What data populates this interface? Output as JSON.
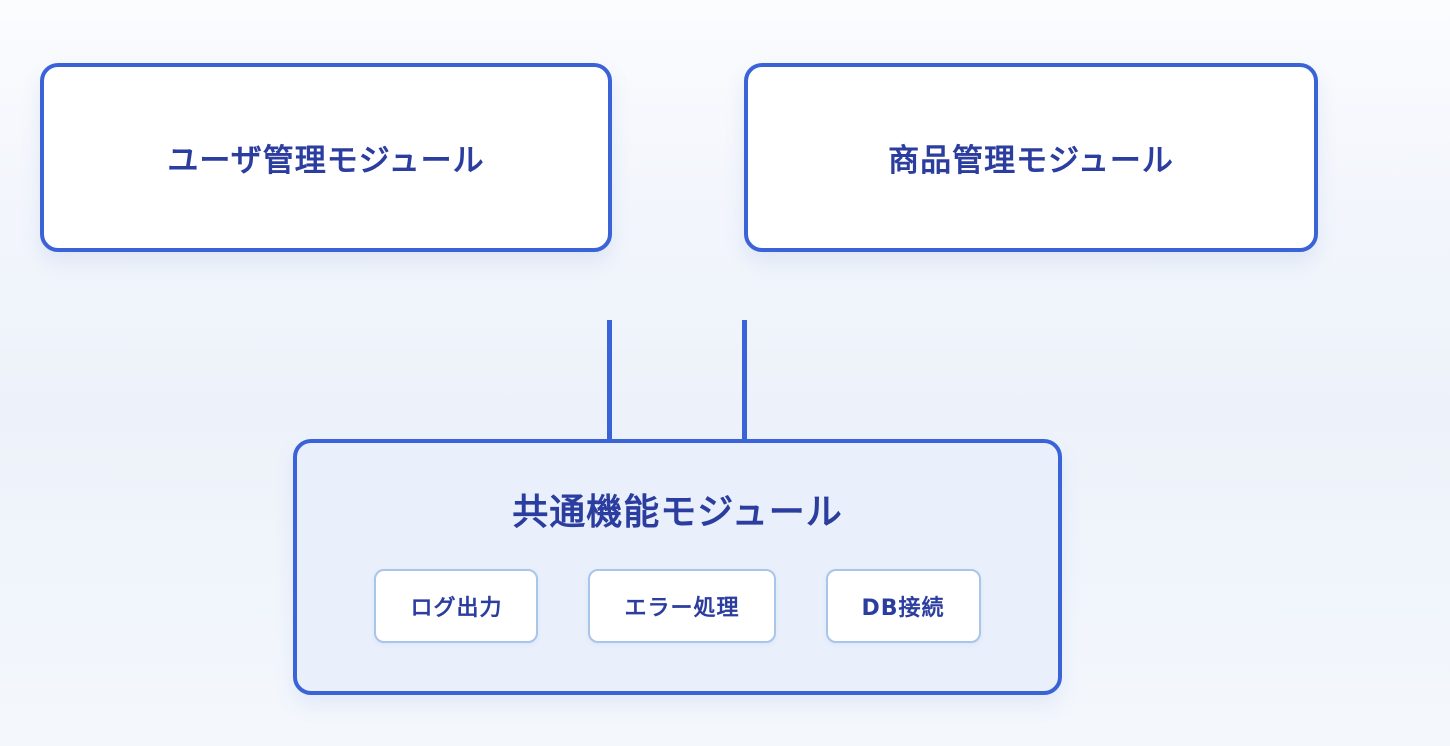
{
  "diagram": {
    "title": "module-architecture-diagram",
    "modules": [
      {
        "id": "user-module",
        "label": "ユーザ管理モジュール"
      },
      {
        "id": "product-module",
        "label": "商品管理モジュール"
      }
    ],
    "connectors": [
      {
        "from": "user-module",
        "to": "common-module"
      },
      {
        "from": "product-module",
        "to": "common-module"
      }
    ],
    "common_module": {
      "label": "共通機能モジュール",
      "functions": [
        {
          "id": "log-output",
          "label": "ログ出力"
        },
        {
          "id": "error-handling",
          "label": "エラー処理"
        },
        {
          "id": "db-connection",
          "label": "DB接続"
        }
      ]
    },
    "colors": {
      "border_blue": "#3a63d8",
      "text_navy": "#2b3d9f",
      "common_box_bg": "#e9f0fb",
      "sub_box_border": "#a9c5ea",
      "node_bg": "#ffffff",
      "background": "#f1f5fb"
    }
  }
}
